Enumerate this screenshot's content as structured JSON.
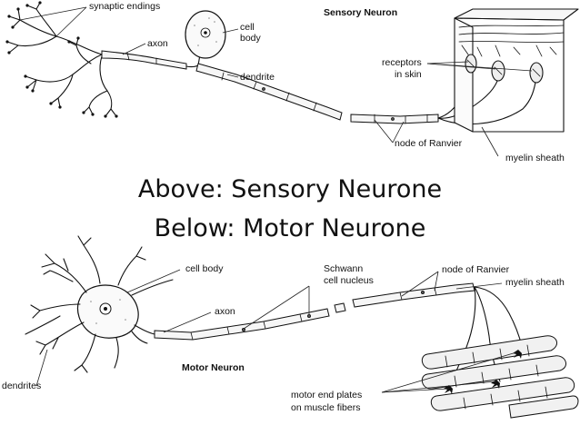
{
  "sensory": {
    "title": "Sensory Neuron",
    "labels": {
      "synaptic_endings": "synaptic endings",
      "axon": "axon",
      "cell_body_line1": "cell",
      "cell_body_line2": "body",
      "dendrite": "dendrite",
      "receptors_line1": "receptors",
      "receptors_line2": "in skin",
      "node_of_ranvier": "node of Ranvier",
      "myelin_sheath": "myelin sheath"
    }
  },
  "caption": {
    "line1": "Above: Sensory Neurone",
    "line2": "Below: Motor Neurone"
  },
  "motor": {
    "title": "Motor Neuron",
    "labels": {
      "cell_body": "cell body",
      "axon": "axon",
      "schwann_line1": "Schwann",
      "schwann_line2": "cell nucleus",
      "node_of_ranvier": "node of Ranvier",
      "myelin_sheath": "myelin sheath",
      "dendrites": "dendrites",
      "end_plates_line1": "motor end plates",
      "end_plates_line2": "on muscle fibers"
    }
  }
}
